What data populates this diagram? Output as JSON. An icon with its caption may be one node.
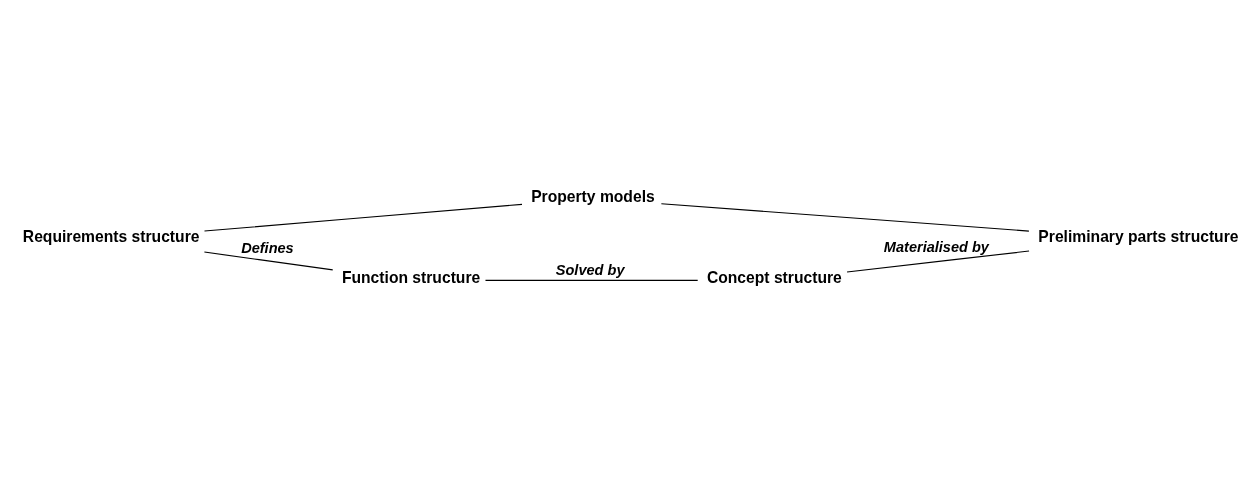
{
  "diagram": {
    "nodes": [
      {
        "text": [
          "Requirements structure"
        ]
      },
      {
        "text": [
          "Property models"
        ]
      },
      {
        "text": [
          "Function structure"
        ]
      },
      {
        "text": [
          "Concept structure"
        ]
      },
      {
        "text": [
          "Preliminary parts structure"
        ]
      }
    ],
    "edges": [
      {
        "from": 0,
        "to": 1,
        "arrow": "none"
      },
      {
        "from": 0,
        "to": 2,
        "arrow": "none",
        "label": "Defines"
      },
      {
        "from": 2,
        "to": 3,
        "arrow": "none",
        "label": "Solved by"
      },
      {
        "from": 1,
        "to": 4,
        "arrow": "none"
      },
      {
        "from": 3,
        "to": 4,
        "arrow": "none",
        "label": "Materialised by"
      }
    ]
  }
}
